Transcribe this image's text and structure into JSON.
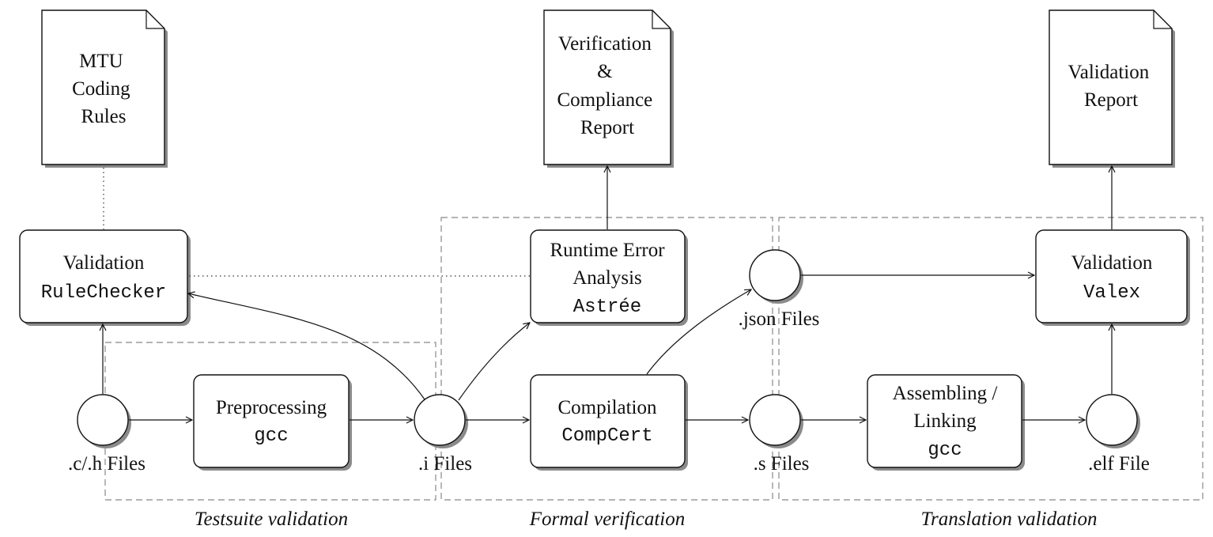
{
  "documents": {
    "mtu_rules": [
      "MTU",
      "Coding",
      "Rules"
    ],
    "compliance_report": [
      "Verification",
      "&",
      "Compliance",
      "Report"
    ],
    "validation_report": [
      "Validation",
      "Report"
    ]
  },
  "processes": {
    "rulechecker": {
      "lines": [
        "Validation"
      ],
      "tool": "RuleChecker"
    },
    "preprocessing": {
      "lines": [
        "Preprocessing"
      ],
      "tool": "gcc"
    },
    "runtime": {
      "lines": [
        "Runtime Error",
        "Analysis"
      ],
      "tool": "Astrée"
    },
    "compilation": {
      "lines": [
        "Compilation"
      ],
      "tool": "CompCert"
    },
    "assembling": {
      "lines": [
        "Assembling /",
        "Linking"
      ],
      "tool": "gcc"
    },
    "valex": {
      "lines": [
        "Validation"
      ],
      "tool": "Valex"
    }
  },
  "files": {
    "ch": ".c/.h  Files",
    "i": ".i Files",
    "json": ".json  Files",
    "s": ".s Files",
    "elf": ".elf File"
  },
  "groups": {
    "testsuite": "Testsuite validation",
    "formal": "Formal verification",
    "translation": "Translation validation"
  }
}
